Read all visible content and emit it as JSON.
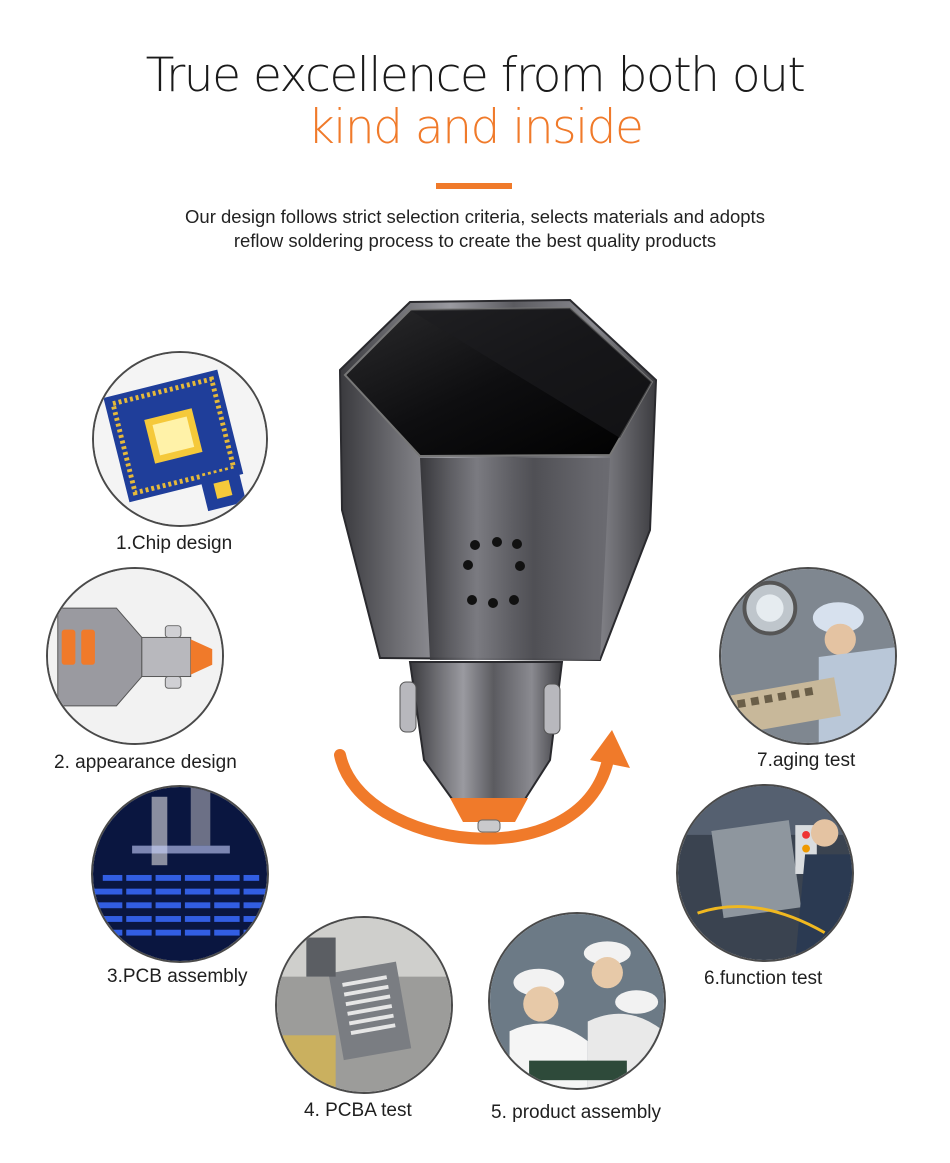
{
  "header": {
    "title_line1": "True excellence from both out",
    "title_line2": "kind and inside",
    "subtitle_line1": "Our design follows strict selection criteria, selects materials and adopts",
    "subtitle_line2": "reflow soldering process to create the best quality products"
  },
  "colors": {
    "accent": "#f07a2a",
    "text": "#1a1a1a",
    "circle_border": "#4a4a4a"
  },
  "steps": [
    {
      "label": "1.Chip design"
    },
    {
      "label": "2. appearance design"
    },
    {
      "label": "3.PCB assembly"
    },
    {
      "label": "4. PCBA test"
    },
    {
      "label": "5. product assembly"
    },
    {
      "label": "6.function test"
    },
    {
      "label": "7.aging test"
    }
  ]
}
